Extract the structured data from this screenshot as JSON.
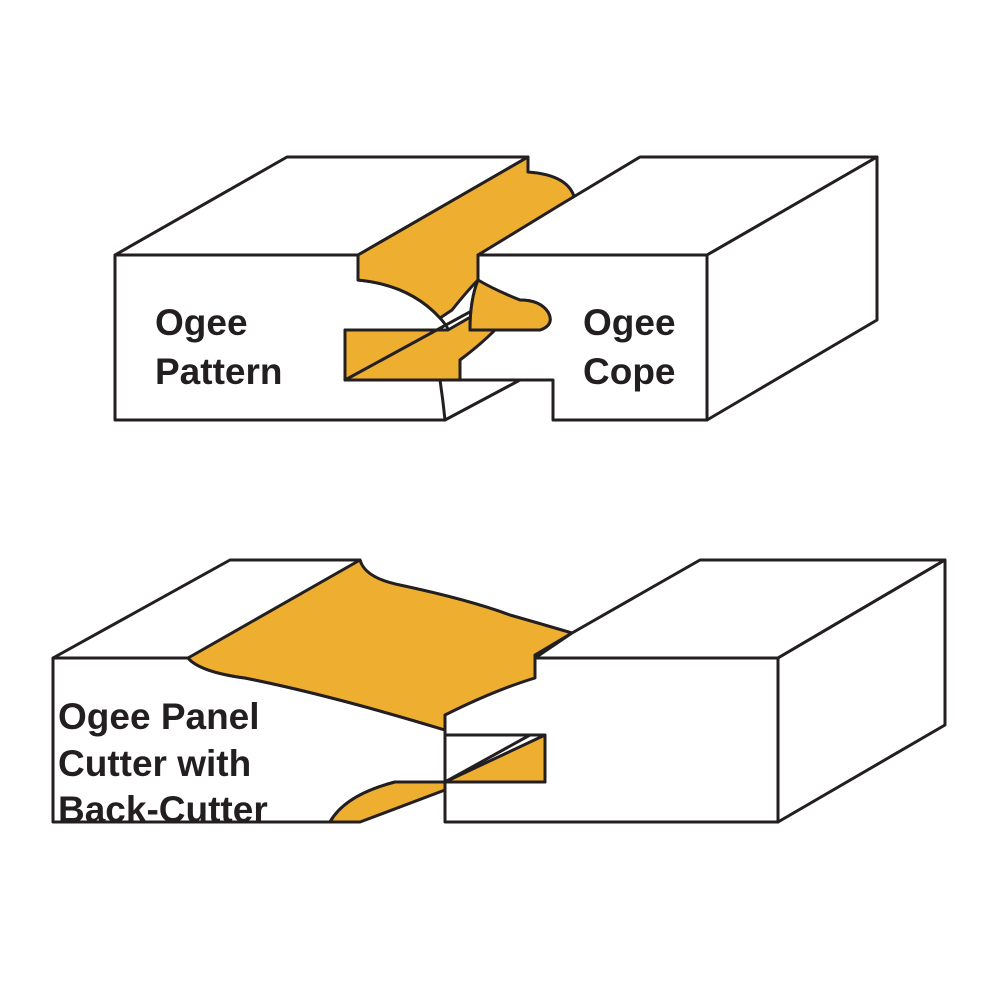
{
  "colors": {
    "wood": "#eeaf30",
    "outline": "#231f20",
    "background": "#ffffff"
  },
  "top_joint": {
    "pattern_label": [
      "Ogee",
      "Pattern"
    ],
    "cope_label": [
      "Ogee",
      "Cope"
    ]
  },
  "bottom_joint": {
    "panel_label": [
      "Ogee Panel",
      "Cutter with",
      "Back-Cutter"
    ]
  }
}
